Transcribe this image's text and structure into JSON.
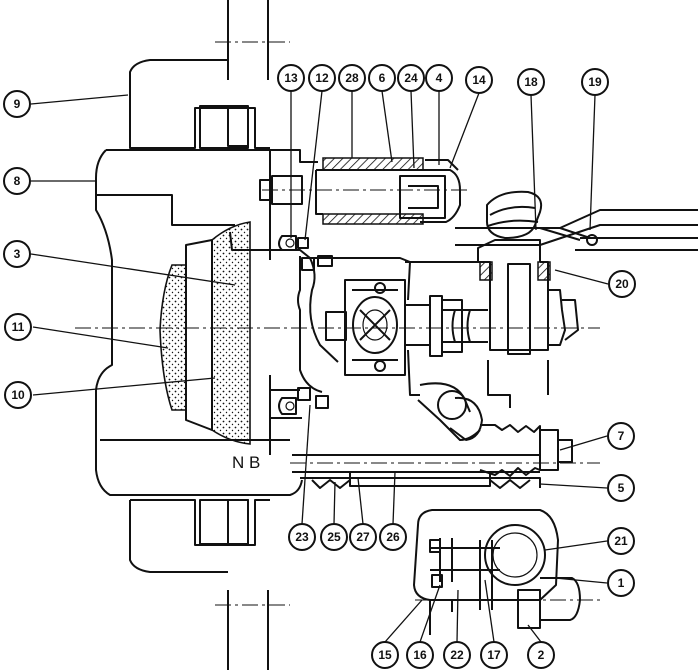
{
  "figure": {
    "case_marking": "N B",
    "callouts": [
      {
        "id": "c9",
        "label": "9"
      },
      {
        "id": "c8",
        "label": "8"
      },
      {
        "id": "c3",
        "label": "3"
      },
      {
        "id": "c11",
        "label": "11"
      },
      {
        "id": "c10",
        "label": "10"
      },
      {
        "id": "c13",
        "label": "13"
      },
      {
        "id": "c12",
        "label": "12"
      },
      {
        "id": "c28",
        "label": "28"
      },
      {
        "id": "c6",
        "label": "6"
      },
      {
        "id": "c24",
        "label": "24"
      },
      {
        "id": "c4",
        "label": "4"
      },
      {
        "id": "c14",
        "label": "14"
      },
      {
        "id": "c18",
        "label": "18"
      },
      {
        "id": "c19",
        "label": "19"
      },
      {
        "id": "c20",
        "label": "20"
      },
      {
        "id": "c7",
        "label": "7"
      },
      {
        "id": "c5",
        "label": "5"
      },
      {
        "id": "c21",
        "label": "21"
      },
      {
        "id": "c1",
        "label": "1"
      },
      {
        "id": "c23",
        "label": "23"
      },
      {
        "id": "c25",
        "label": "25"
      },
      {
        "id": "c27",
        "label": "27"
      },
      {
        "id": "c26",
        "label": "26"
      },
      {
        "id": "c15",
        "label": "15"
      },
      {
        "id": "c16",
        "label": "16"
      },
      {
        "id": "c22",
        "label": "22"
      },
      {
        "id": "c17",
        "label": "17"
      },
      {
        "id": "c2",
        "label": "2"
      }
    ]
  }
}
